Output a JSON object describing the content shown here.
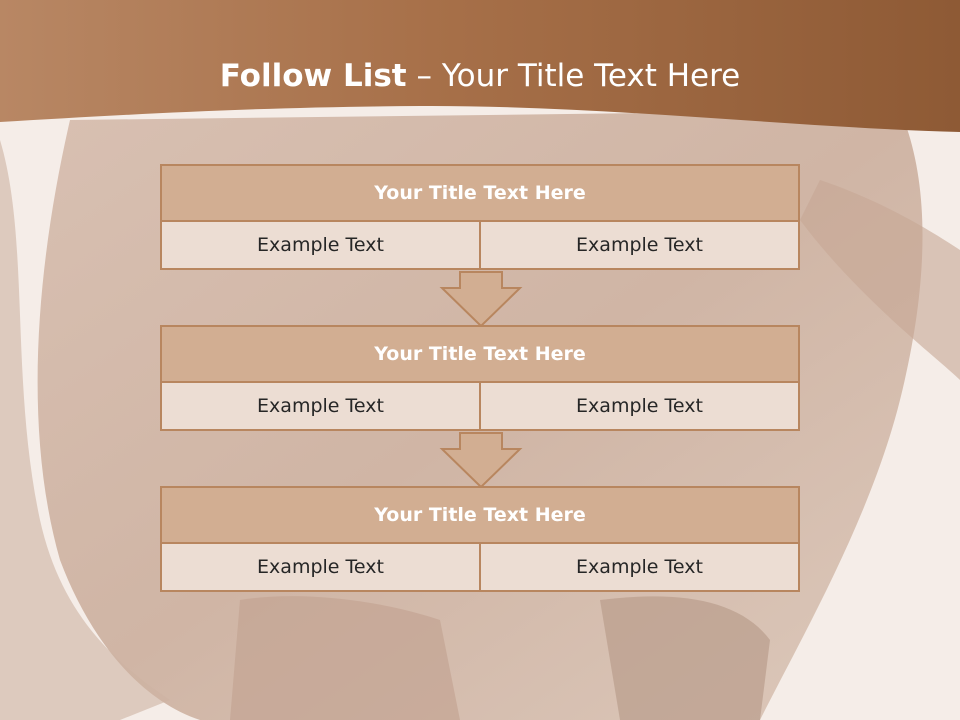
{
  "header": {
    "title_bold": "Follow List",
    "title_rest": "– Your Title Text Here"
  },
  "steps": [
    {
      "title": "Your Title Text Here",
      "left": "Example Text",
      "right": "Example Text"
    },
    {
      "title": "Your Title Text Here",
      "left": "Example Text",
      "right": "Example Text"
    },
    {
      "title": "Your Title Text Here",
      "left": "Example Text",
      "right": "Example Text"
    }
  ],
  "colors": {
    "header_band": "#a77049",
    "title_fill": "#d2ae92",
    "cell_fill": "#ecddd3",
    "border": "#b8865f",
    "text_dark": "#262626"
  }
}
